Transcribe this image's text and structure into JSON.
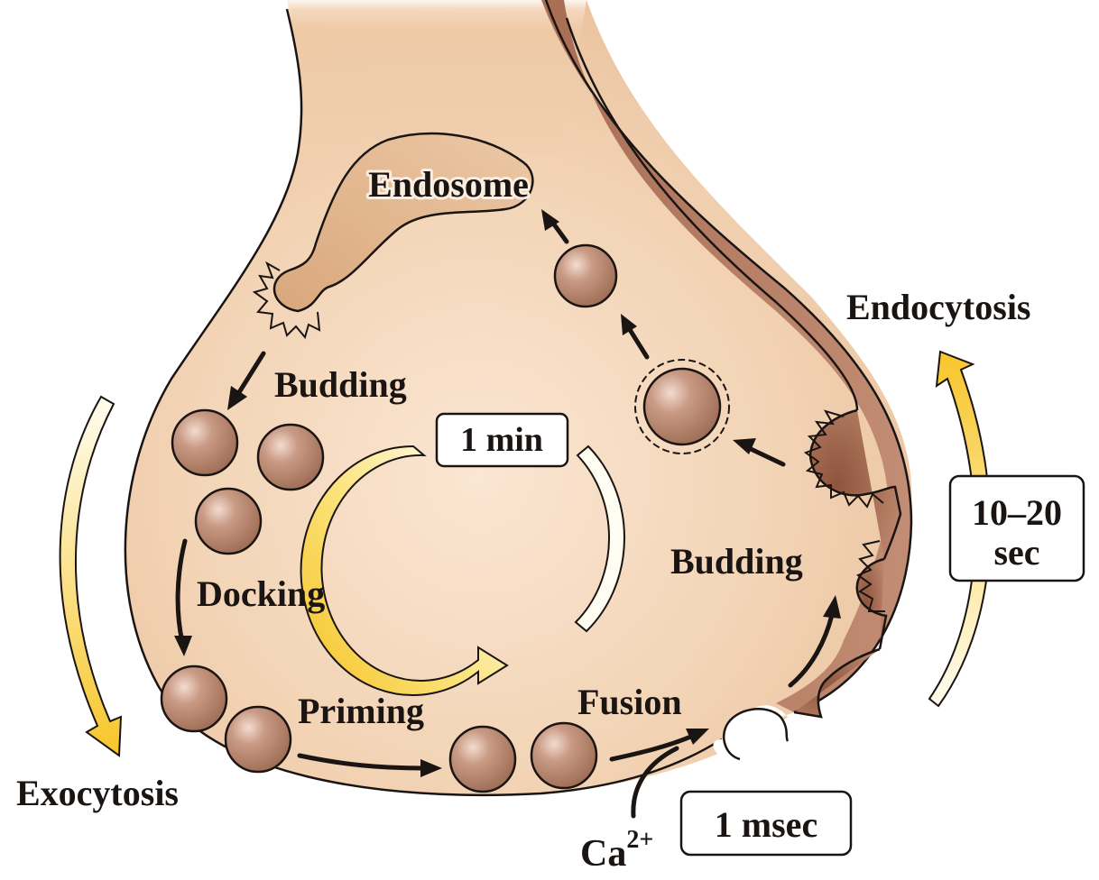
{
  "title": "Synaptic vesicle cycle",
  "labels": {
    "endosome": "Endosome",
    "budding_top": "Budding",
    "docking": "Docking",
    "priming": "Priming",
    "fusion": "Fusion",
    "budding_right": "Budding",
    "exocytosis": "Exocytosis",
    "endocytosis": "Endocytosis",
    "calcium": "Ca",
    "calcium_superscript": "2+"
  },
  "timescales": {
    "cycle": "1 min",
    "endocytosis_line1": "10–20",
    "endocytosis_line2": "sec",
    "fusion": "1 msec"
  },
  "colors": {
    "cytoplasm": "#f0cfae",
    "membrane_wall": "#b9826a",
    "vesicle": "#b98a72",
    "endosome": "#dfb089",
    "arrow_yellow": "#f7c62a",
    "outline": "#1a1512"
  }
}
